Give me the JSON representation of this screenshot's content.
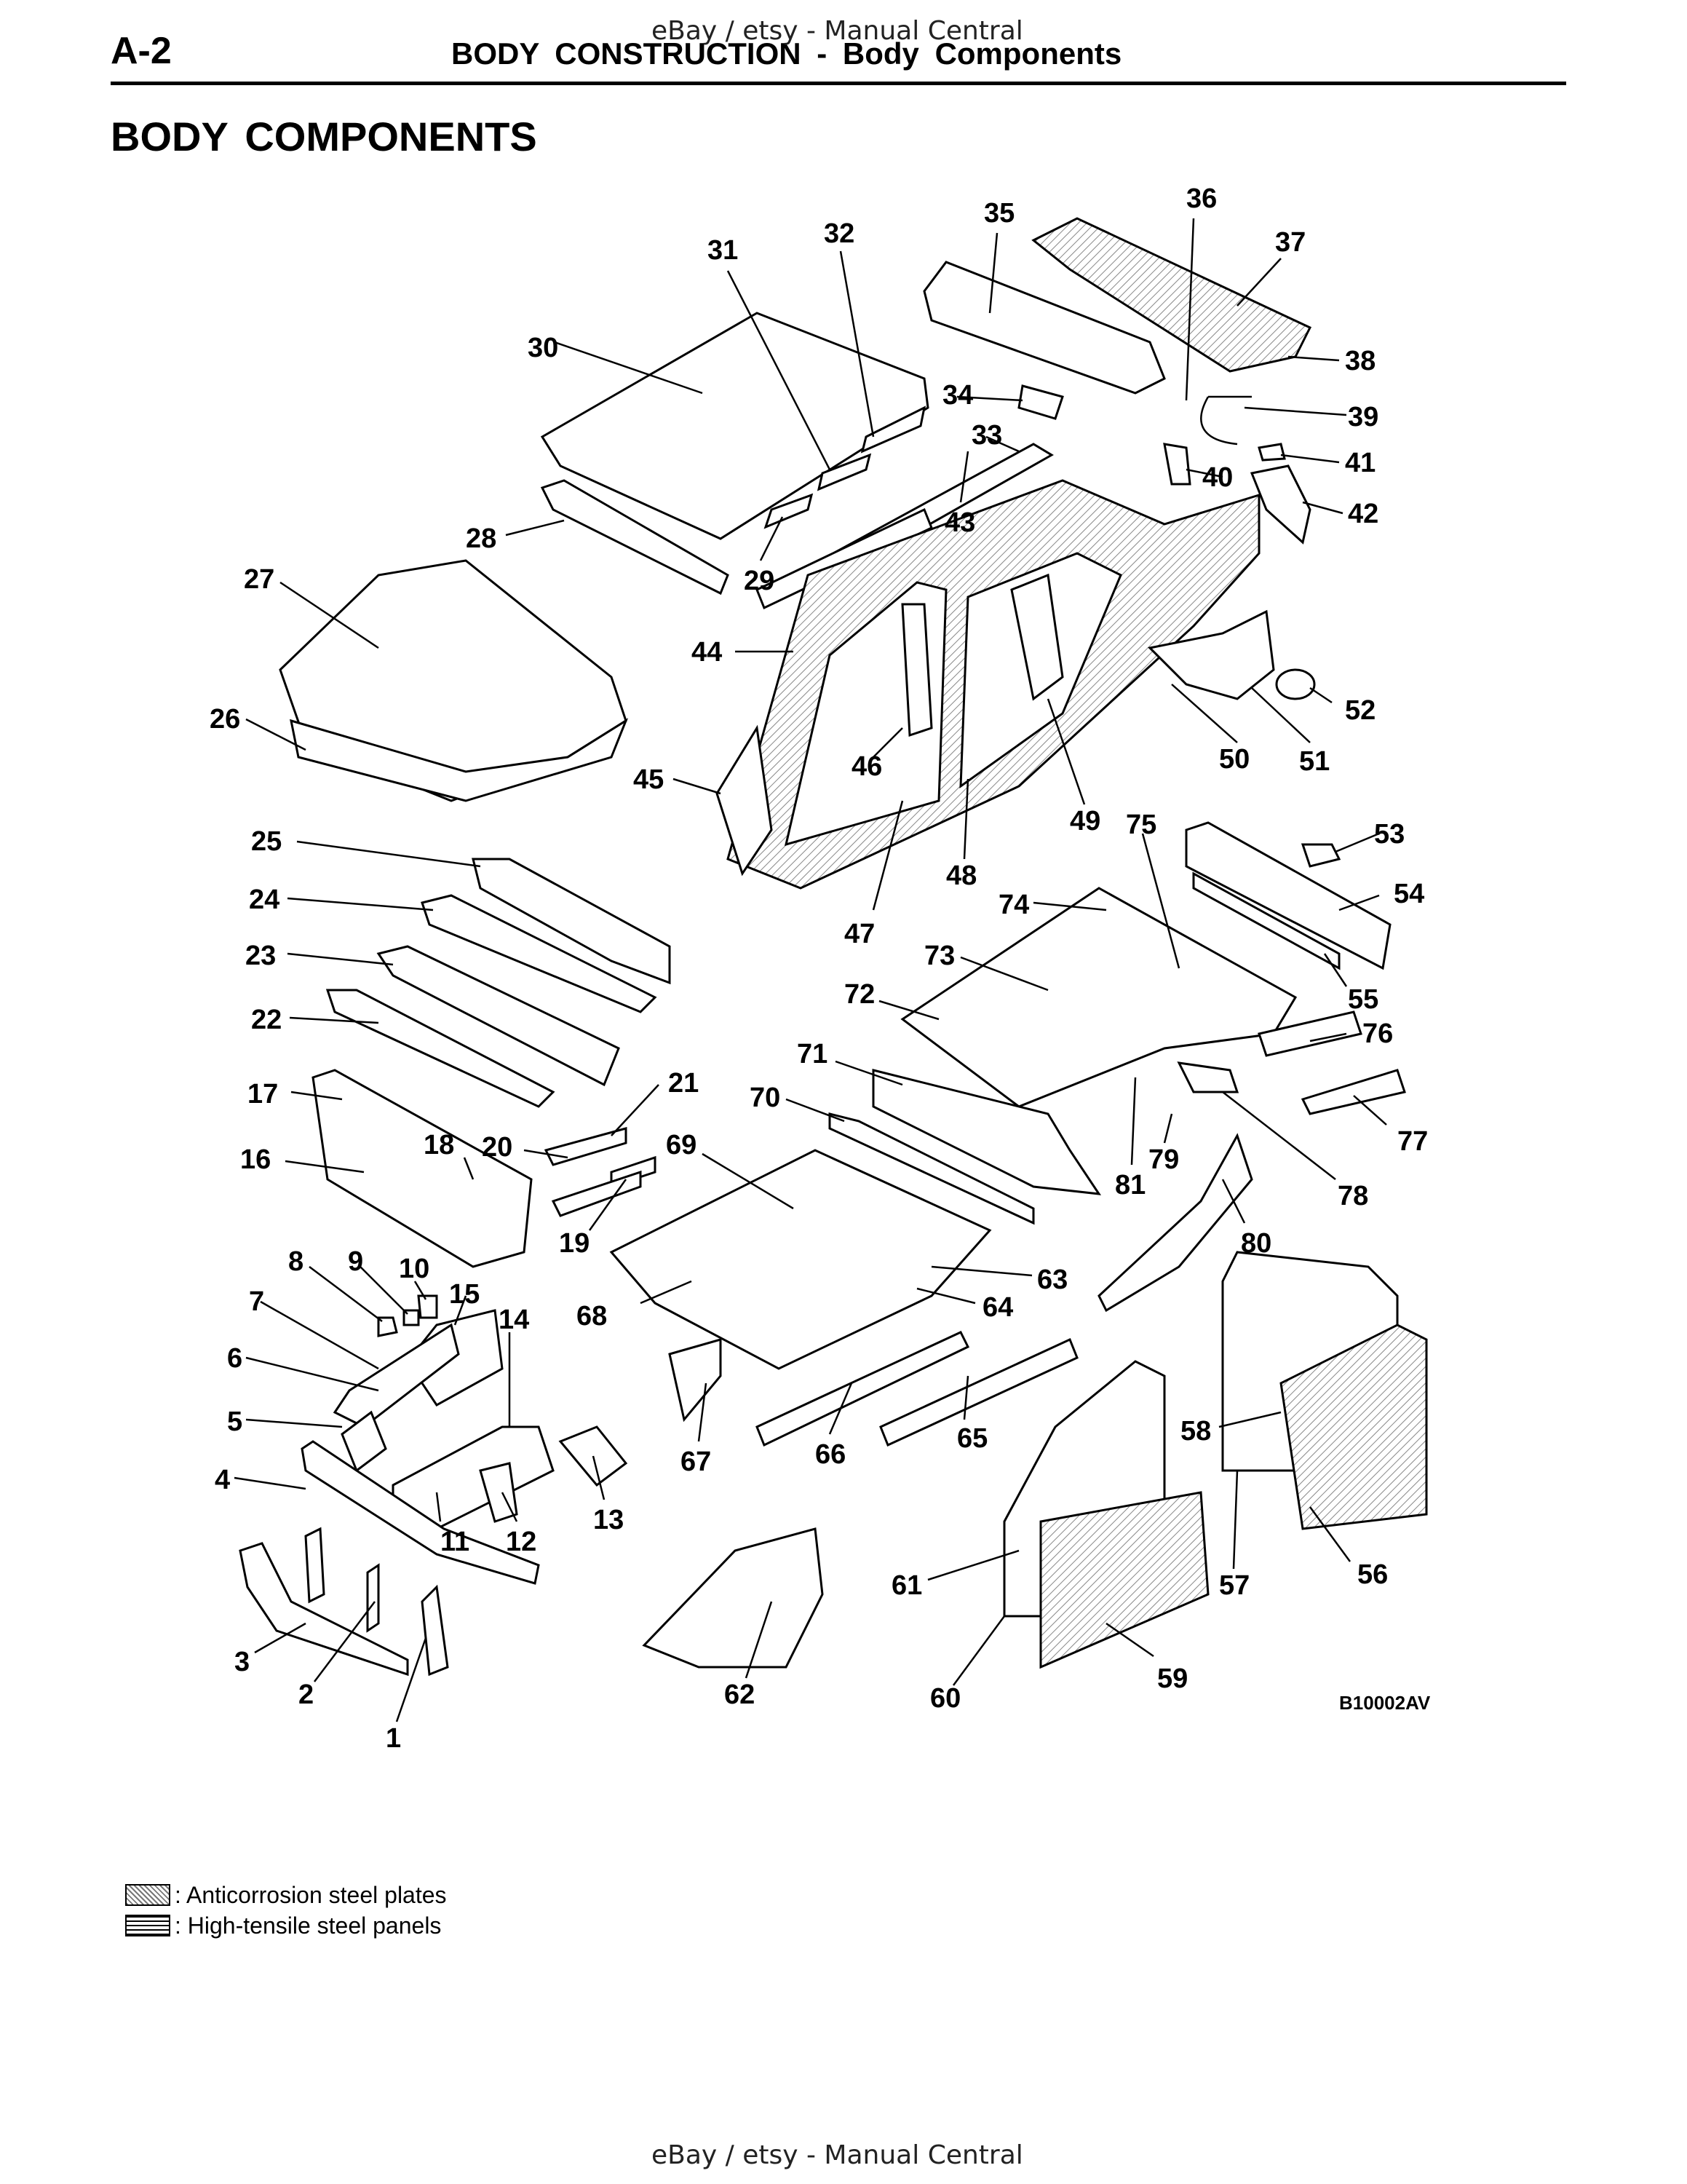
{
  "header": {
    "page_number": "A-2",
    "title": "BODY CONSTRUCTION  -  Body Components"
  },
  "watermark": {
    "top": "eBay / etsy - Manual Central",
    "bottom": "eBay / etsy - Manual Central"
  },
  "section_title": "BODY COMPONENTS",
  "figure": {
    "code": "B10002AV",
    "callouts": [
      "1",
      "2",
      "3",
      "4",
      "5",
      "6",
      "7",
      "8",
      "9",
      "10",
      "11",
      "12",
      "13",
      "14",
      "15",
      "16",
      "17",
      "18",
      "19",
      "20",
      "21",
      "22",
      "23",
      "24",
      "25",
      "26",
      "27",
      "28",
      "29",
      "30",
      "31",
      "32",
      "33",
      "34",
      "35",
      "36",
      "37",
      "38",
      "39",
      "40",
      "41",
      "42",
      "43",
      "44",
      "45",
      "46",
      "47",
      "48",
      "49",
      "50",
      "51",
      "52",
      "53",
      "54",
      "55",
      "56",
      "57",
      "58",
      "59",
      "60",
      "61",
      "62",
      "63",
      "64",
      "65",
      "66",
      "67",
      "68",
      "69",
      "70",
      "71",
      "72",
      "73",
      "74",
      "75",
      "76",
      "77",
      "78",
      "79",
      "80",
      "81"
    ]
  },
  "legend": {
    "anticorrosion": ": Anticorrosion steel plates",
    "high_tensile": ": High-tensile steel panels"
  },
  "colors": {
    "ink": "#000000",
    "paper": "#ffffff",
    "hatch": "#777777"
  }
}
